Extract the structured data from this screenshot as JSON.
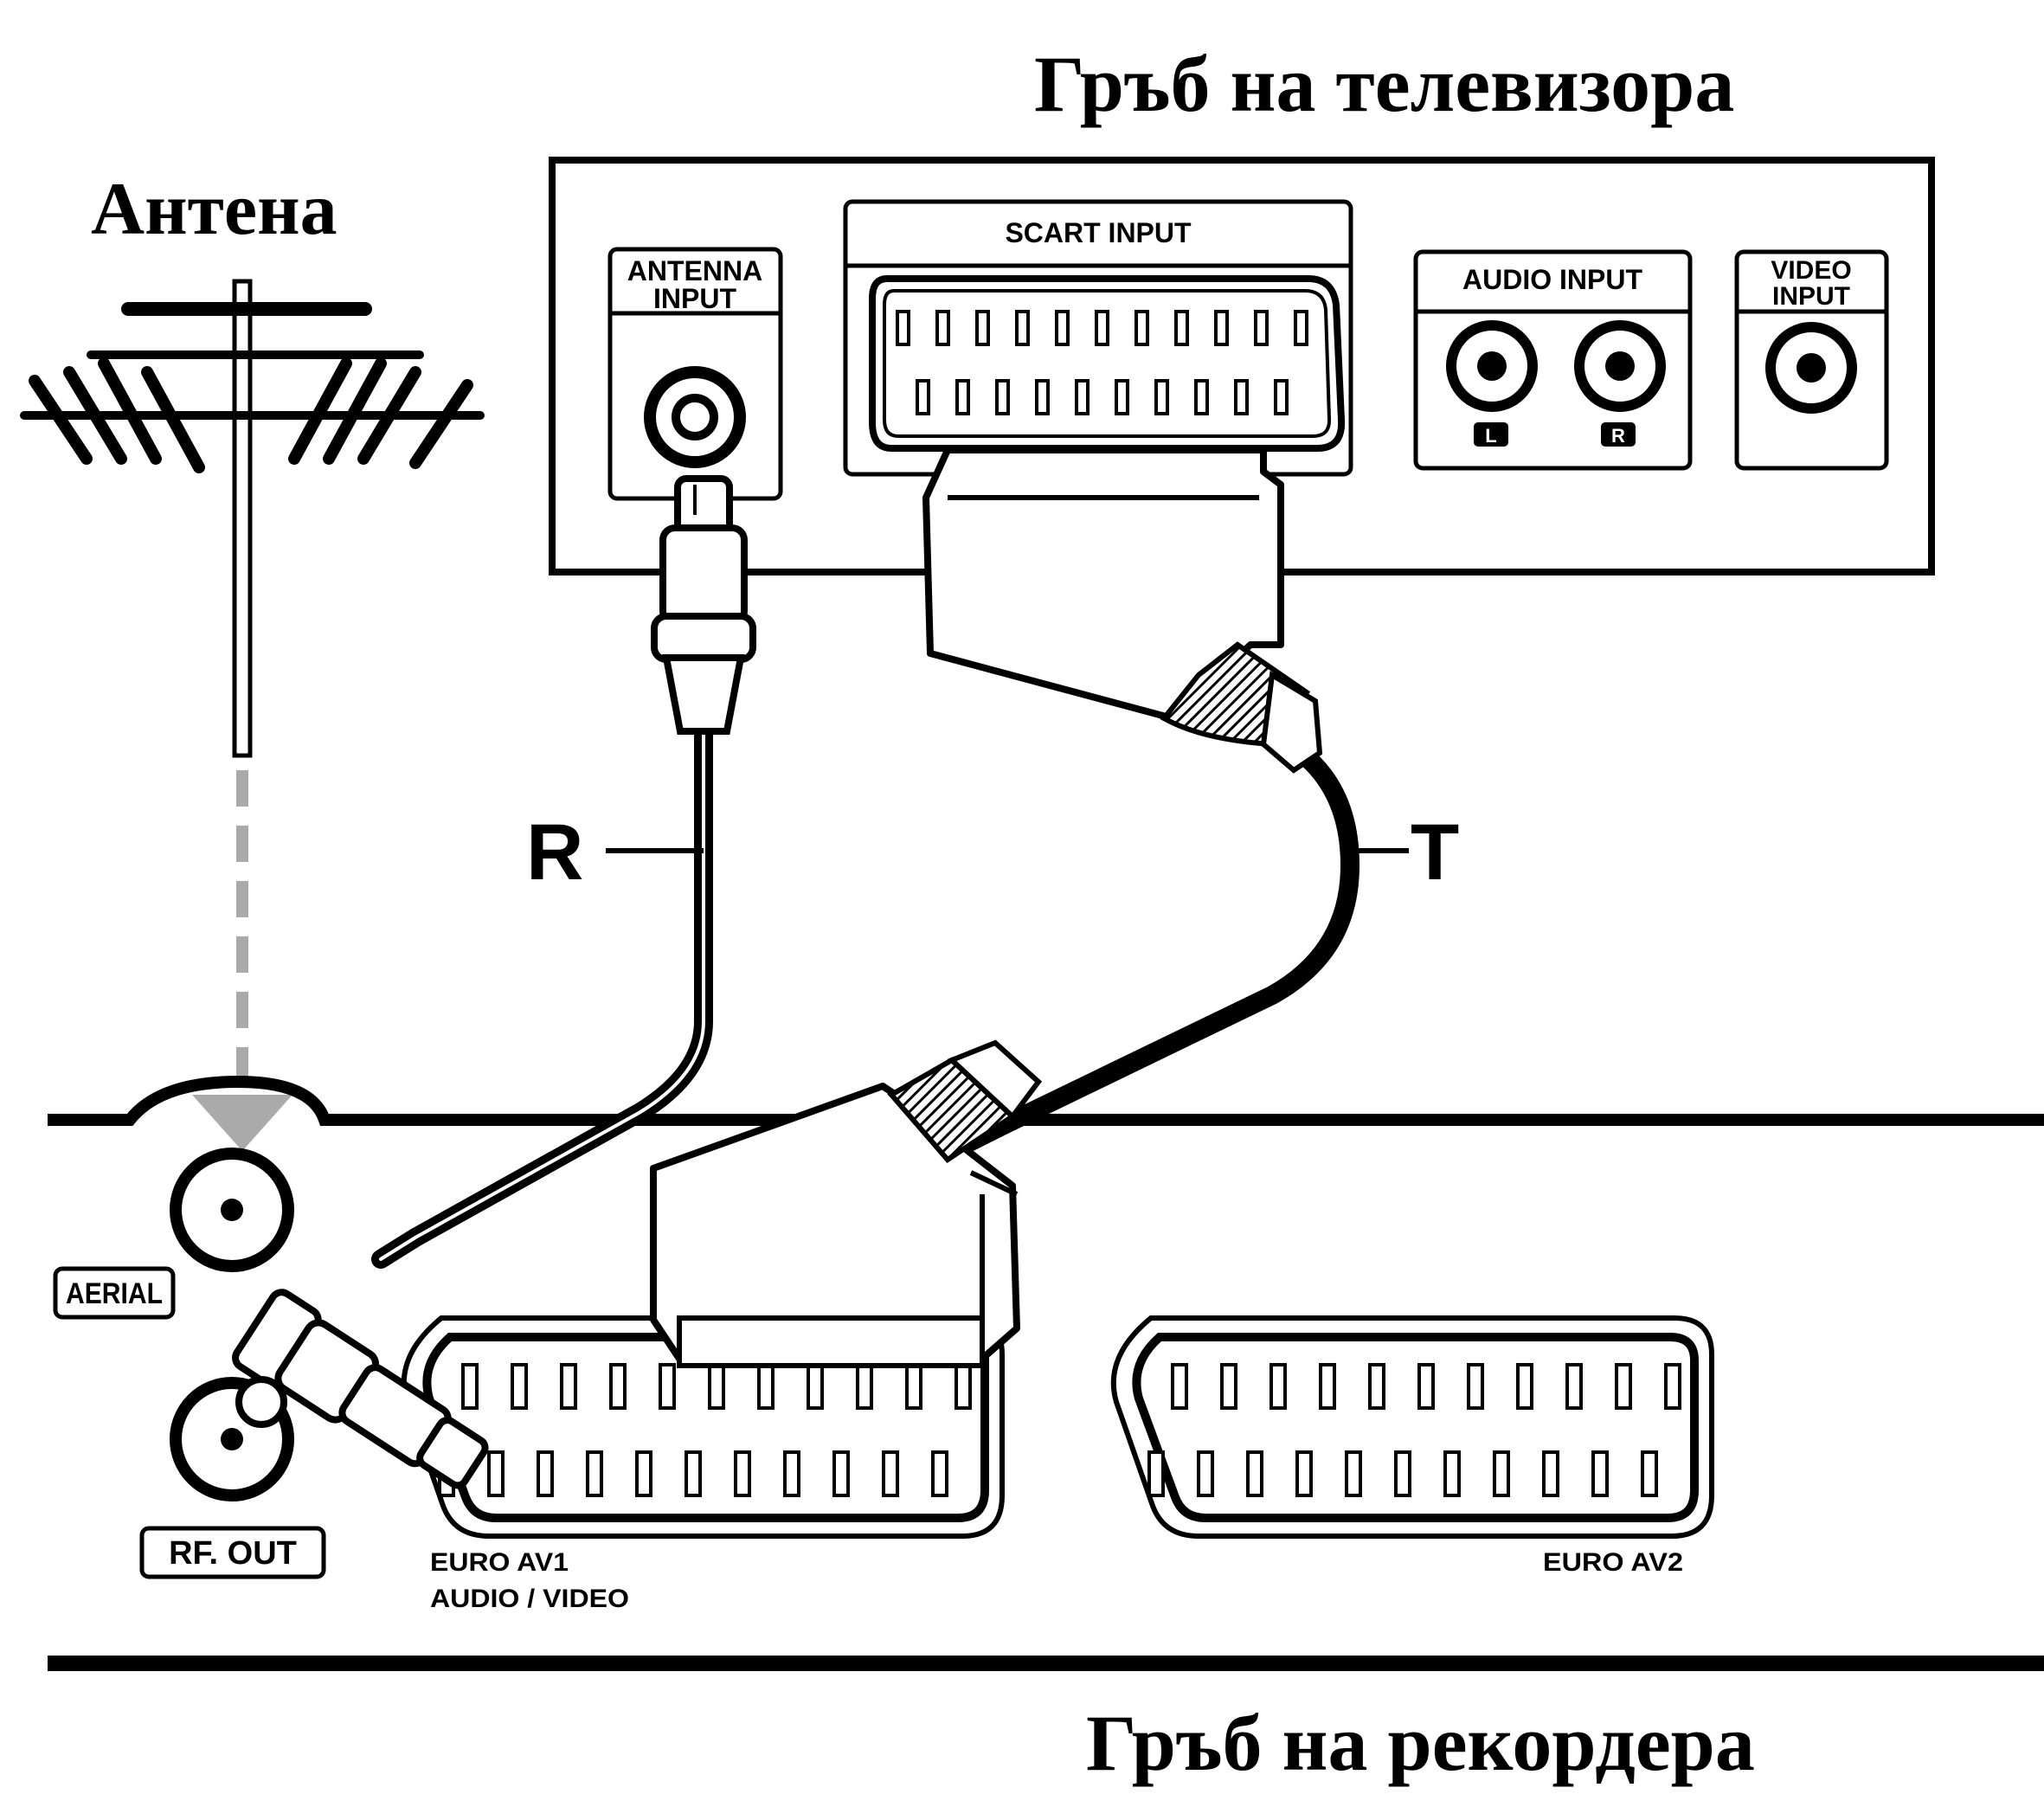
{
  "title_tv": "Гръб на телевизора",
  "title_antenna": "Антена",
  "title_recorder": "Гръб на рекордера",
  "tv": {
    "antenna_input_line1": "ANTENNA",
    "antenna_input_line2": "INPUT",
    "scart_input": "SCART INPUT",
    "audio_input": "AUDIO INPUT",
    "audio_left": "L",
    "audio_right": "R",
    "video_input_line1": "VIDEO",
    "video_input_line2": "INPUT"
  },
  "recorder": {
    "aerial": "AERIAL",
    "rf_out": "RF. OUT",
    "euro_av1_line1": "EURO AV1",
    "euro_av1_line2": "AUDIO / VIDEO",
    "euro_av2": "EURO AV2"
  },
  "cables": {
    "r_label": "R",
    "t_label": "T"
  },
  "colors": {
    "ink": "#000000",
    "paper": "#ffffff",
    "dashed_arrow": "#aaaaaa"
  }
}
